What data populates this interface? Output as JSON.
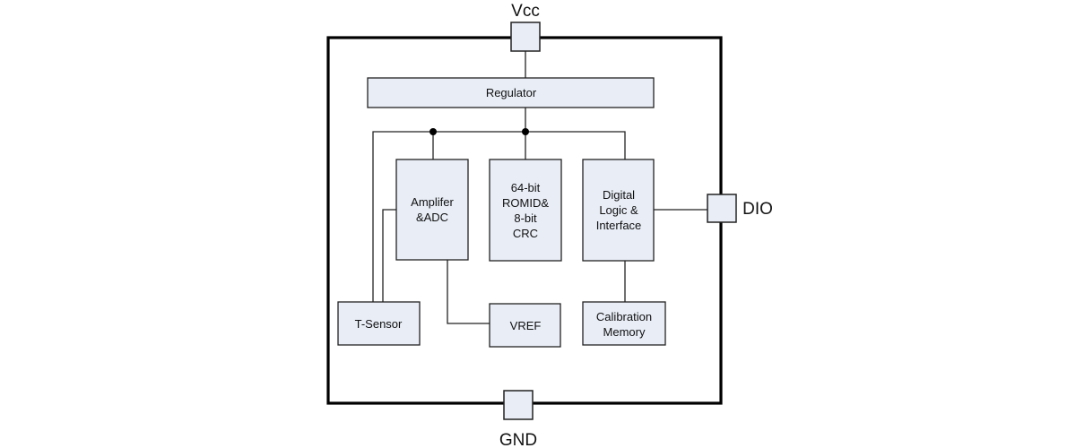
{
  "diagram": {
    "type": "block-diagram",
    "pins": {
      "vcc": "Vcc",
      "gnd": "GND",
      "dio": "DIO"
    },
    "blocks": {
      "regulator": [
        "Regulator"
      ],
      "amplifier": [
        "Amplifer",
        "&ADC"
      ],
      "romid": [
        "64-bit",
        "ROMID&",
        "8-bit",
        "CRC"
      ],
      "digital": [
        "Digital",
        "Logic &",
        "Interface"
      ],
      "tsensor": [
        "T-Sensor"
      ],
      "vref": [
        "VREF"
      ],
      "calibration": [
        "Calibration",
        "Memory"
      ]
    },
    "connections": [
      {
        "from": "Vcc",
        "to": "Regulator"
      },
      {
        "from": "Regulator",
        "to": "power-bus"
      },
      {
        "from": "power-bus",
        "to": "Amplifer &ADC"
      },
      {
        "from": "power-bus",
        "to": "64-bit ROMID& 8-bit CRC"
      },
      {
        "from": "power-bus",
        "to": "Digital Logic & Interface"
      },
      {
        "from": "power-bus",
        "to": "T-Sensor"
      },
      {
        "from": "T-Sensor",
        "to": "Amplifer &ADC"
      },
      {
        "from": "Amplifer &ADC",
        "to": "VREF"
      },
      {
        "from": "Digital Logic & Interface",
        "to": "DIO"
      },
      {
        "from": "Digital Logic & Interface",
        "to": "Calibration Memory"
      }
    ],
    "colors": {
      "block_fill": "#e8edf6",
      "stroke": "#222222"
    }
  }
}
